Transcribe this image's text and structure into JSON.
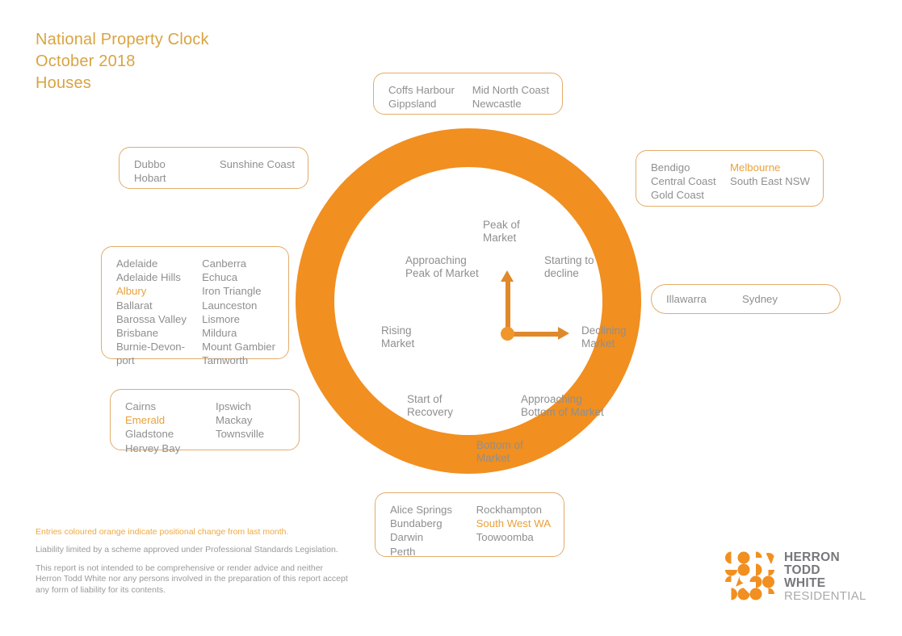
{
  "title": {
    "line1": "National Property Clock",
    "line2": "October 2018",
    "line3": "Houses"
  },
  "colors": {
    "ring_orange": "#F18F20",
    "highlight_orange": "#E9A13C",
    "title_gold": "#D9A441",
    "text_gray": "#8F8F8F",
    "box_border": "#E3AC6A"
  },
  "clock": {
    "labels": {
      "peak_of_market": "Peak of\nMarket",
      "approaching_peak": "Approaching\nPeak of Market",
      "starting_to_decline": "Starting to\ndecline",
      "rising_market": "Rising\nMarket",
      "declining_market": "Declining\nMarket",
      "start_of_recovery": "Start of\nRecovery",
      "approaching_bottom": "Approaching\nBottom of Market",
      "bottom_of_market": "Bottom of\nMarket"
    },
    "hands": {
      "hour_hand_direction": "up",
      "minute_hand_direction": "right"
    }
  },
  "boxes": {
    "peak_of_market": {
      "position": "top",
      "col1": [
        {
          "name": "Coffs Harbour",
          "highlight": false
        },
        {
          "name": "Gippsland",
          "highlight": false
        }
      ],
      "col2": [
        {
          "name": "Mid North Coast",
          "highlight": false
        },
        {
          "name": "Newcastle",
          "highlight": false
        }
      ]
    },
    "approaching_peak": {
      "position": "top-left",
      "col1": [
        {
          "name": "Dubbo",
          "highlight": false
        },
        {
          "name": "Hobart",
          "highlight": false
        }
      ],
      "col2": [
        {
          "name": "Sunshine Coast",
          "highlight": false
        }
      ]
    },
    "starting_to_decline": {
      "position": "top-right",
      "col1": [
        {
          "name": "Bendigo",
          "highlight": false
        },
        {
          "name": "Central Coast",
          "highlight": false
        },
        {
          "name": "Gold Coast",
          "highlight": false
        }
      ],
      "col2": [
        {
          "name": "Melbourne",
          "highlight": true
        },
        {
          "name": "South East NSW",
          "highlight": false
        }
      ]
    },
    "rising_market": {
      "position": "left",
      "col1": [
        {
          "name": "Adelaide",
          "highlight": false
        },
        {
          "name": "Adelaide Hills",
          "highlight": false
        },
        {
          "name": "Albury",
          "highlight": true
        },
        {
          "name": "Ballarat",
          "highlight": false
        },
        {
          "name": "Barossa Valley",
          "highlight": false
        },
        {
          "name": "Brisbane",
          "highlight": false
        },
        {
          "name": "Burnie-Devon-",
          "highlight": false
        },
        {
          "name": "port",
          "highlight": false
        }
      ],
      "col2": [
        {
          "name": "Canberra",
          "highlight": false
        },
        {
          "name": "Echuca",
          "highlight": false
        },
        {
          "name": "Iron Triangle",
          "highlight": false
        },
        {
          "name": "Launceston",
          "highlight": false
        },
        {
          "name": "Lismore",
          "highlight": false
        },
        {
          "name": "Mildura",
          "highlight": false
        },
        {
          "name": "Mount Gambier",
          "highlight": false
        },
        {
          "name": "Tamworth",
          "highlight": false
        }
      ]
    },
    "declining_market": {
      "position": "right",
      "col1": [
        {
          "name": "Illawarra",
          "highlight": false
        }
      ],
      "col2": [
        {
          "name": "Sydney",
          "highlight": false
        }
      ]
    },
    "start_of_recovery": {
      "position": "lower-left",
      "col1": [
        {
          "name": "Cairns",
          "highlight": false
        },
        {
          "name": "Emerald",
          "highlight": true
        },
        {
          "name": "Gladstone",
          "highlight": false
        },
        {
          "name": "Hervey Bay",
          "highlight": false
        }
      ],
      "col2": [
        {
          "name": "Ipswich",
          "highlight": false
        },
        {
          "name": "Mackay",
          "highlight": false
        },
        {
          "name": "Townsville",
          "highlight": false
        }
      ]
    },
    "bottom_of_market": {
      "position": "bottom",
      "col1": [
        {
          "name": "Alice Springs",
          "highlight": false
        },
        {
          "name": "Bundaberg",
          "highlight": false
        },
        {
          "name": "Darwin",
          "highlight": false
        },
        {
          "name": "Perth",
          "highlight": false
        }
      ],
      "col2": [
        {
          "name": "Rockhampton",
          "highlight": false
        },
        {
          "name": "South West WA",
          "highlight": true
        },
        {
          "name": "Toowoomba",
          "highlight": false
        }
      ]
    }
  },
  "footer": {
    "note": "Entries coloured orange indicate positional change from last month.",
    "para1": "Liability limited by a scheme approved under Professional Standards Legislation.",
    "para2": "This report is not intended to be comprehensive or render advice and neither Herron Todd White nor any persons involved in the preparation of this report accept any form of liability for its contents."
  },
  "logo": {
    "line1": "HERRON",
    "line2": "TODD",
    "line3": "WHITE",
    "line4": "RESIDENTIAL"
  }
}
